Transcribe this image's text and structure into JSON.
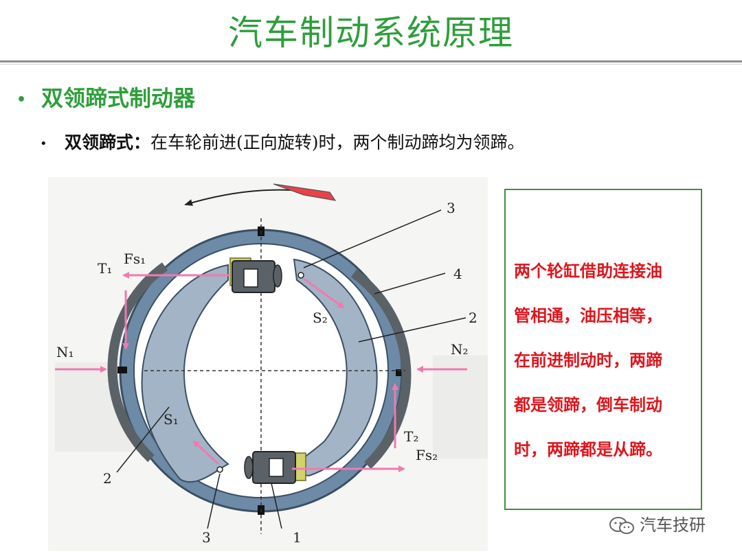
{
  "header": {
    "title": "汽车制动系统原理"
  },
  "section": {
    "heading": "双领蹄式制动器"
  },
  "point": {
    "label": "双领蹄式：",
    "text": "在车轮前进(正向旋转)时，两个制动蹄均为领蹄。"
  },
  "diagram": {
    "labels": {
      "t1": "T₁",
      "fs1": "Fs₁",
      "n1": "N₁",
      "n2": "N₂",
      "s1": "S₁",
      "s2": "S₂",
      "t2": "T₂",
      "fs2": "Fs₂",
      "num3_top": "3",
      "num4": "4",
      "num2_right": "2",
      "num2_left": "2",
      "num3_bottom": "3",
      "num1": "1"
    },
    "colors": {
      "drum": "#6d8aa6",
      "shoe": "#a3b4c6",
      "lining": "#5a6268",
      "force": "#f07ab0",
      "red_mark": "#e8434a"
    }
  },
  "note": {
    "lines": [
      "两个轮缸借助连接油",
      "管相通，油压相等，",
      "在前进制动时，两蹄",
      "都是领蹄，倒车制动",
      "时，两蹄都是从蹄。"
    ]
  },
  "watermark": {
    "text": "汽车技研"
  }
}
